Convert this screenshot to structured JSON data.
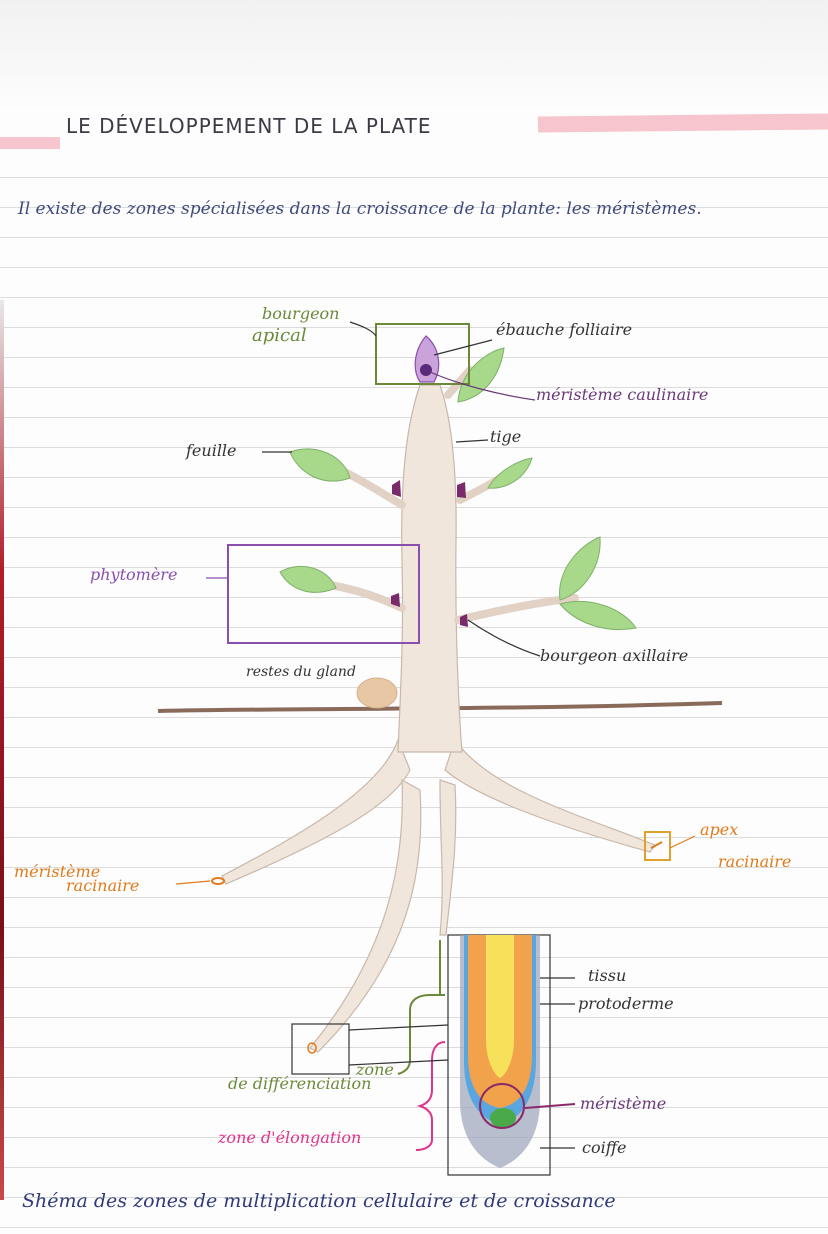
{
  "title": "LE DÉVELOPPEMENT DE LA PLATE",
  "intro": "Il existe des zones spécialisées dans la croissance de la plante: les méristèmes.",
  "labels": {
    "bourgeon_apical": [
      "bourgeon",
      "apical"
    ],
    "ebauche_foliaire": "ébauche folliaire",
    "meristeme_caulinaire": "méristème caulinaire",
    "tige": "tige",
    "feuille": "feuille",
    "phytomere": "phytomère",
    "bourgeon_axillaire": "bourgeon axillaire",
    "restes_gland": "restes du gland",
    "apex_racinaire": [
      "apex",
      "racinaire"
    ],
    "meristeme_racinaire": [
      "méristème",
      "racinaire"
    ],
    "tissu": "tissu",
    "protoderme": "protoderme",
    "zone_differenciation": [
      "zone",
      "de différenciation"
    ],
    "zone_elongation": "zone d'élongation",
    "meristeme": "méristème",
    "coiffe": "coiffe"
  },
  "caption": "Shéma des zones de multiplication cellulaire et de croissance",
  "colors": {
    "green": "#6a8a3a",
    "purple": "#8a4fae",
    "orange": "#e07a1c",
    "pink": "#e0338c",
    "ink": "#2f3a7a",
    "leaf": "#a8d88a",
    "stem": "#f1e6dc"
  }
}
